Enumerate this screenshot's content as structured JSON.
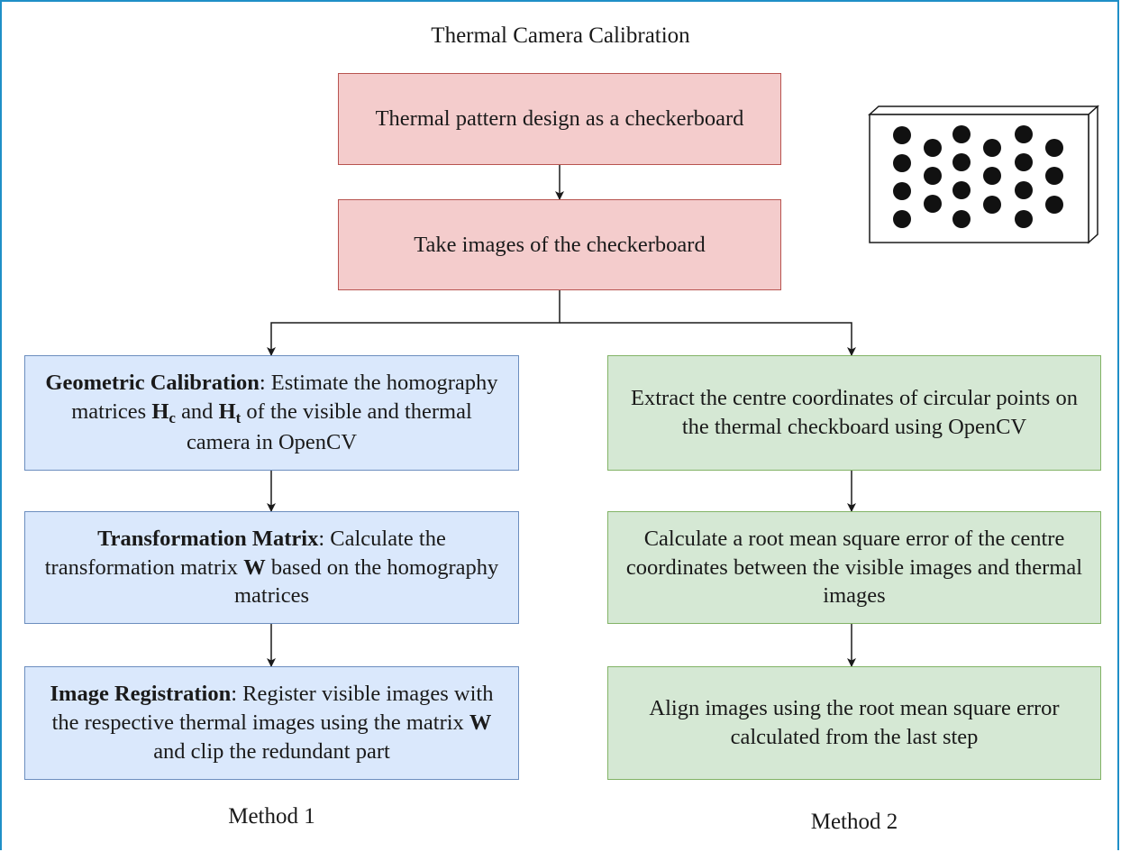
{
  "title": "Thermal Camera Calibration",
  "top": {
    "step1": "Thermal pattern design as a checkerboard",
    "step2": "Take images of the checkerboard"
  },
  "method1": {
    "caption": "Method 1",
    "box1": {
      "bold": "Geometric Calibration",
      "text_a": ": Estimate the homography matrices ",
      "h_c": "H",
      "h_c_sub": "c",
      "and": " and ",
      "h_t": "H",
      "h_t_sub": "t",
      "text_b": " of the visible and thermal camera in OpenCV"
    },
    "box2": {
      "bold": "Transformation Matrix",
      "text_a": ": Calculate the transformation matrix ",
      "w": "W",
      "text_b": " based on the homography matrices"
    },
    "box3": {
      "bold": "Image Registration",
      "text_a": ": Register visible images with the respective thermal images using the matrix ",
      "w": "W",
      "text_b": " and clip the redundant part"
    }
  },
  "method2": {
    "caption": "Method 2",
    "box1": "Extract the centre coordinates of circular points on the thermal checkboard using OpenCV",
    "box2": "Calculate a root mean square error of the centre coordinates between the visible images and thermal images",
    "box3": "Align images using the root mean square error calculated from the last step"
  }
}
